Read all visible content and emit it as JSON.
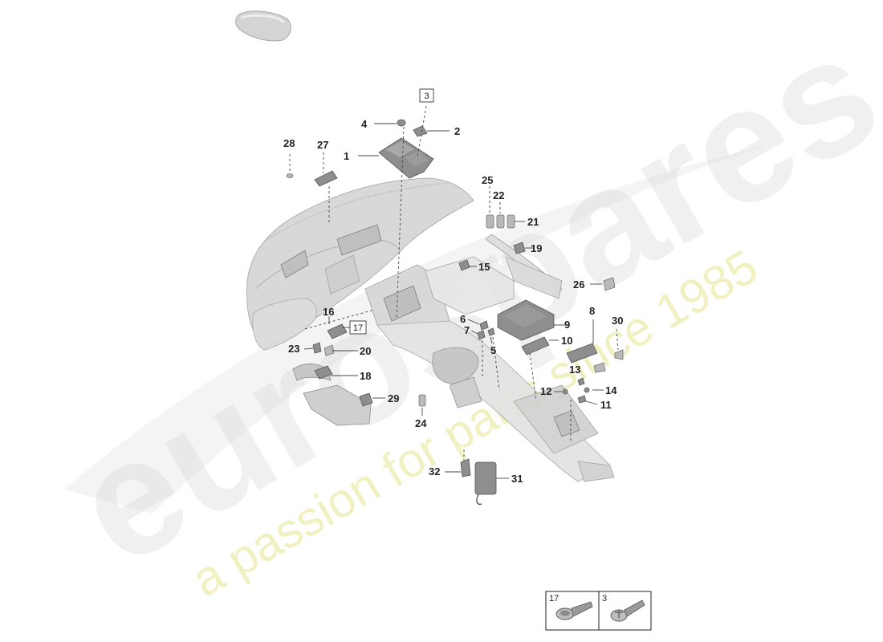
{
  "watermark": {
    "brand": "eurospares",
    "tagline": "a passion for parts since 1985"
  },
  "callouts": [
    {
      "id": "c1",
      "label": "1"
    },
    {
      "id": "c2",
      "label": "2"
    },
    {
      "id": "c4",
      "label": "4"
    },
    {
      "id": "c5",
      "label": "5"
    },
    {
      "id": "c6",
      "label": "6"
    },
    {
      "id": "c7",
      "label": "7"
    },
    {
      "id": "c8",
      "label": "8"
    },
    {
      "id": "c9",
      "label": "9"
    },
    {
      "id": "c10",
      "label": "10"
    },
    {
      "id": "c11",
      "label": "11"
    },
    {
      "id": "c12",
      "label": "12"
    },
    {
      "id": "c13",
      "label": "13"
    },
    {
      "id": "c14",
      "label": "14"
    },
    {
      "id": "c15",
      "label": "15"
    },
    {
      "id": "c16",
      "label": "16"
    },
    {
      "id": "c18",
      "label": "18"
    },
    {
      "id": "c19",
      "label": "19"
    },
    {
      "id": "c20",
      "label": "20"
    },
    {
      "id": "c21",
      "label": "21"
    },
    {
      "id": "c22",
      "label": "22"
    },
    {
      "id": "c23",
      "label": "23"
    },
    {
      "id": "c24",
      "label": "24"
    },
    {
      "id": "c25",
      "label": "25"
    },
    {
      "id": "c26",
      "label": "26"
    },
    {
      "id": "c27",
      "label": "27"
    },
    {
      "id": "c28",
      "label": "28"
    },
    {
      "id": "c29",
      "label": "29"
    },
    {
      "id": "c30",
      "label": "30"
    },
    {
      "id": "c31",
      "label": "31"
    },
    {
      "id": "c32",
      "label": "32"
    }
  ],
  "boxed_callouts": [
    {
      "id": "b3",
      "label": "3"
    },
    {
      "id": "b17",
      "label": "17"
    }
  ],
  "legend": {
    "cells": [
      {
        "label": "17",
        "icon": "screw-flat-head-icon"
      },
      {
        "label": "3",
        "icon": "screw-flange-icon"
      }
    ]
  }
}
